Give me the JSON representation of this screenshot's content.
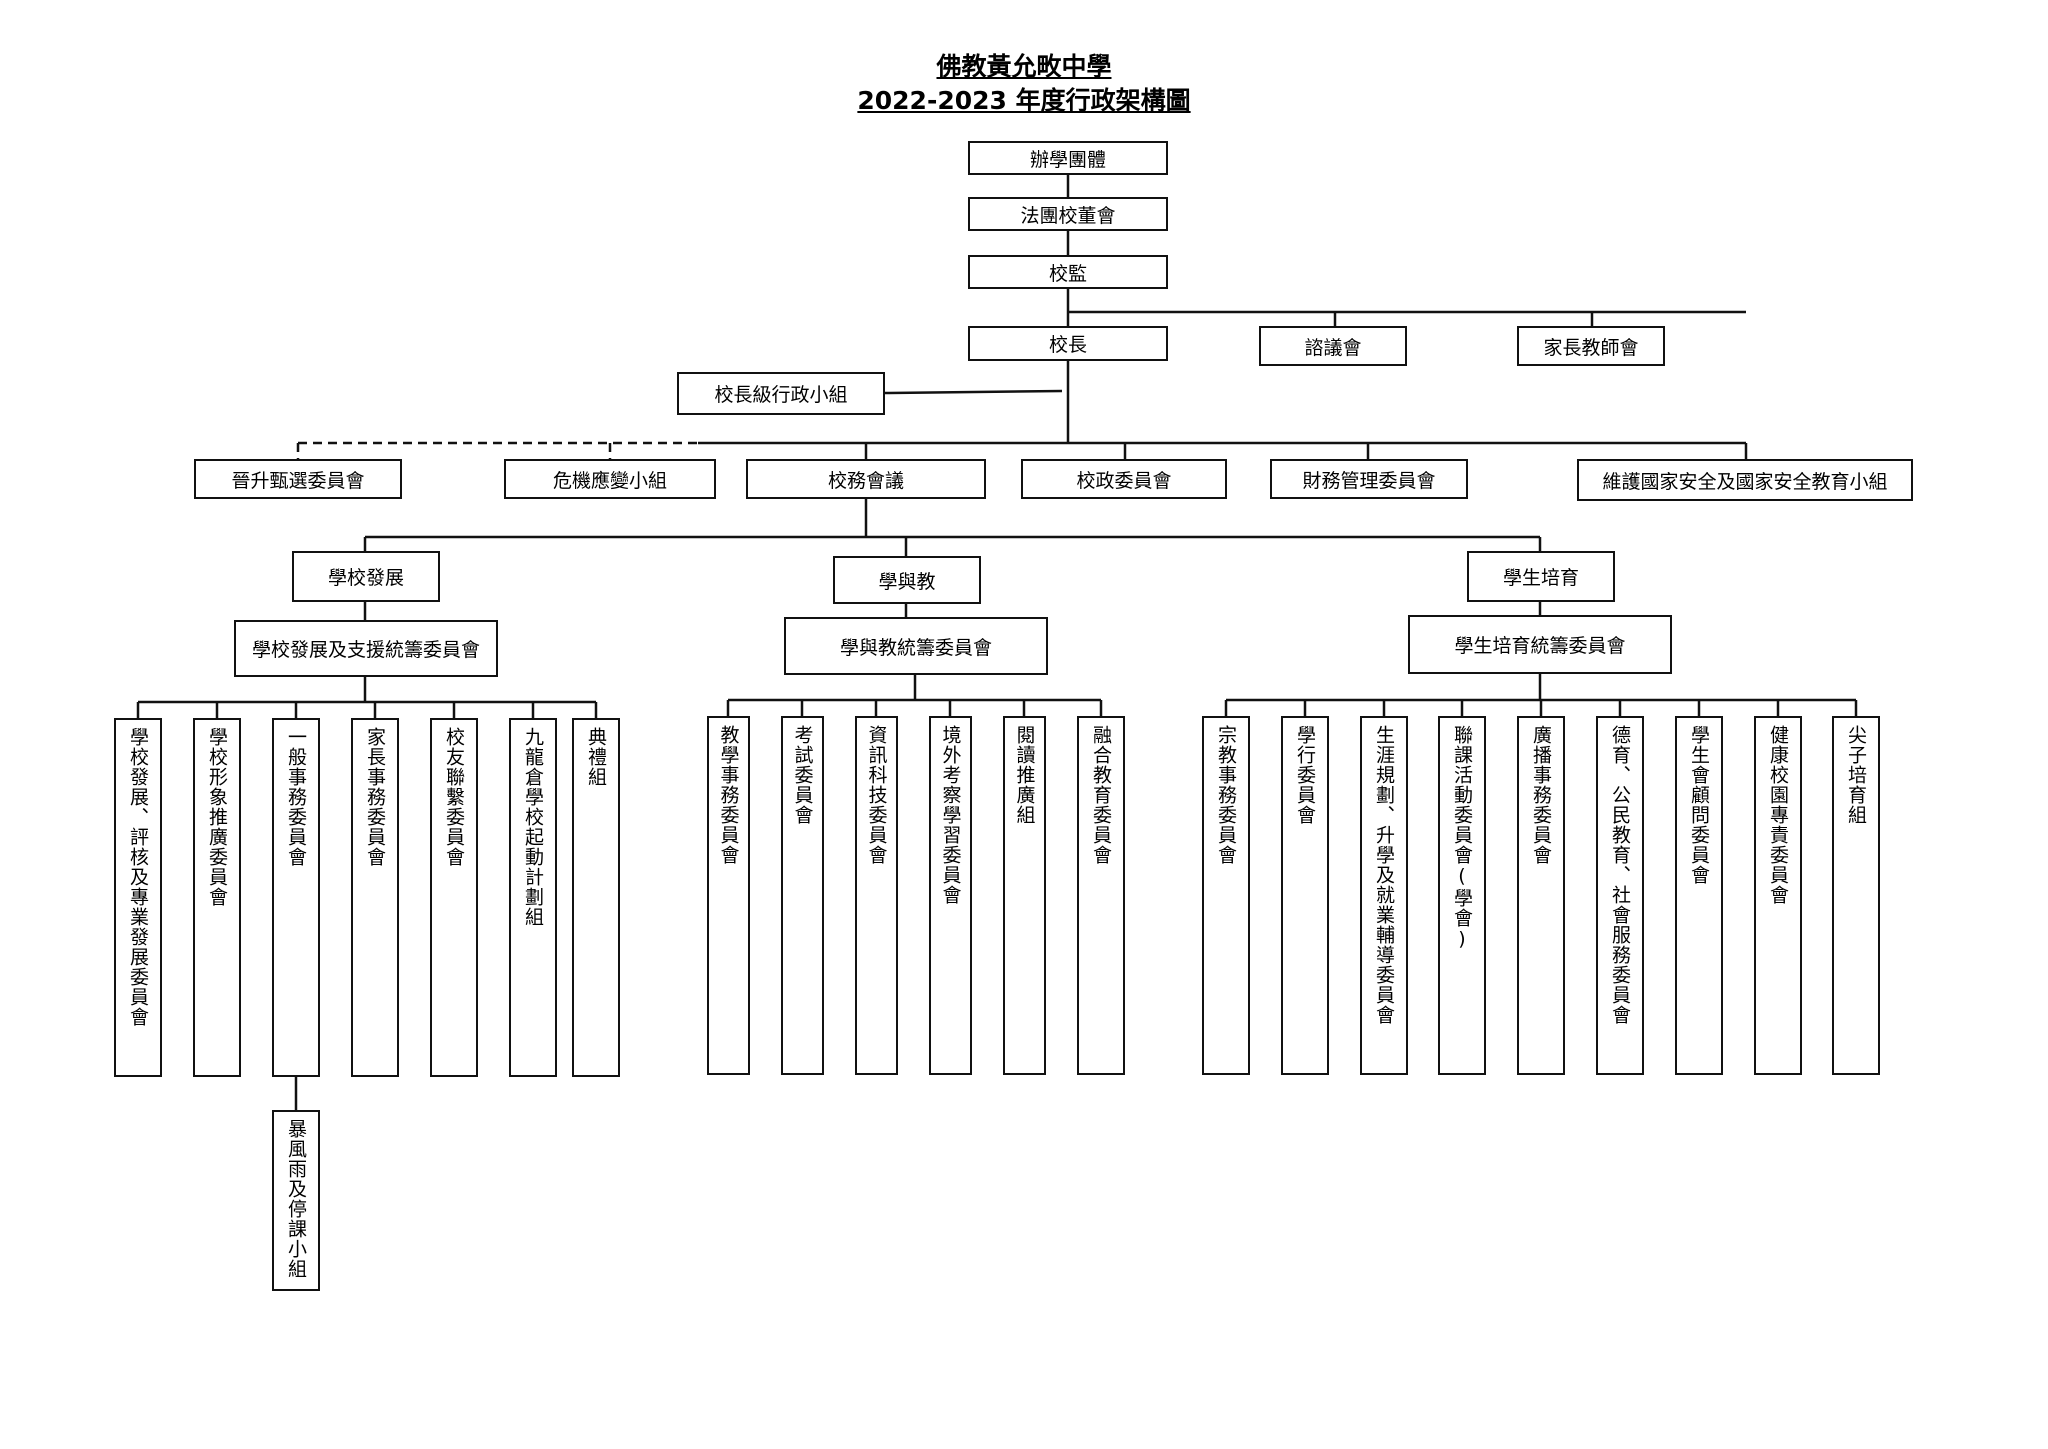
{
  "title": {
    "school": "佛教黃允畋中學",
    "subtitle": "2022-2023 年度行政架構圖"
  },
  "top_chain": {
    "sponsor": "辦學團體",
    "board": "法團校董會",
    "supervisor": "校監",
    "principal": "校長",
    "advisory": "諮議會",
    "pta": "家長教師會",
    "principal_admin_group": "校長級行政小組"
  },
  "level2": {
    "promotion": "晉升甄選委員會",
    "crisis": "危機應變小組",
    "school_council": "校務會議",
    "school_admin_committee": "校政委員會",
    "finance": "財務管理委員會",
    "national_security": "維護國家安全及國家安全教育小組"
  },
  "divisions": {
    "development": {
      "name": "學校發展",
      "committee": "學校發展及支援統籌委員會",
      "members": [
        "學校發展、評核及專業發展委員會",
        "學校形象推廣委員會",
        "一般事務委員會",
        "家長事務委員會",
        "校友聯繫委員會",
        "九龍倉學校起動計劃組",
        "典禮組"
      ],
      "sub_member": "暴風雨及停課小組"
    },
    "learning": {
      "name": "學與教",
      "committee": "學與教統籌委員會",
      "members": [
        "教學事務委員會",
        "考試委員會",
        "資訊科技委員會",
        "境外考察學習委員會",
        "閱讀推廣組",
        "融合教育委員會"
      ]
    },
    "nurture": {
      "name": "學生培育",
      "committee": "學生培育統籌委員會",
      "members": [
        "宗教事務委員會",
        "學行委員會",
        "生涯規劃、升學及就業輔導委員會",
        "聯課活動委員會(學會)",
        "廣播事務委員會",
        "德育、公民教育、社會服務委員會",
        "學生會顧問委員會",
        "健康校園專責委員會",
        "尖子培育組"
      ]
    }
  }
}
